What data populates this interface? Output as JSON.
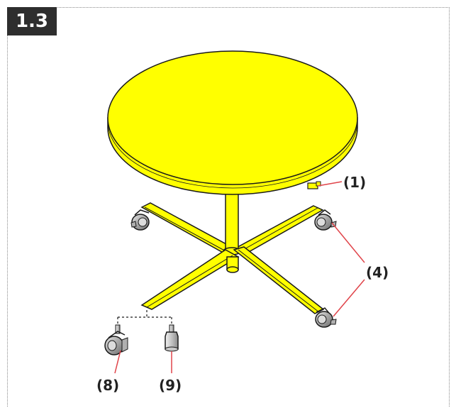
{
  "step": {
    "number": "1.3"
  },
  "callouts": {
    "c1": "(1)",
    "c4": "(4)",
    "c8": "(8)",
    "c9": "(9)"
  },
  "colors": {
    "part_fill": "#ffff00",
    "outline": "#1a1a1a",
    "caster_grey": "#9a9a9a",
    "leader_red": "#e0444a"
  }
}
